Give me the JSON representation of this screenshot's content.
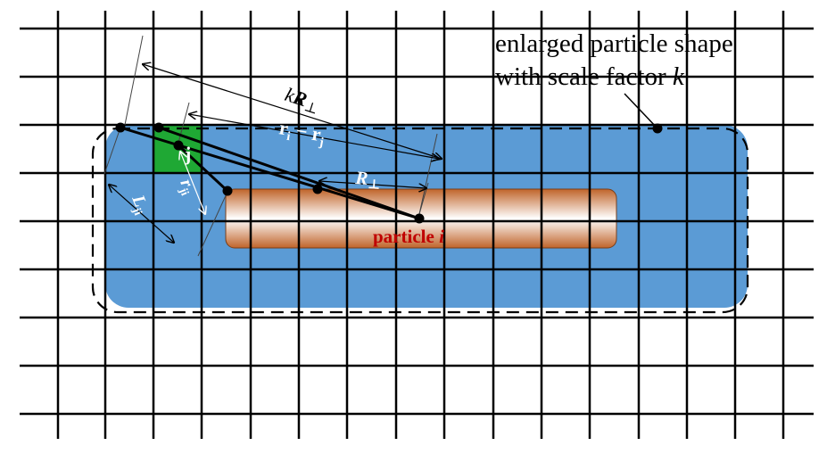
{
  "labels": {
    "k_prefix": "k",
    "R_perp": "R",
    "perp": "⊥",
    "ri_minus_rj_r1": "r",
    "ri_minus_rj_sub_i": "i",
    "ri_minus_rj_mid": " − r",
    "ri_minus_rj_sub_j": "j",
    "j_label": "j",
    "r_ji": "r",
    "r_ji_sub": "ji",
    "L_ji": "L",
    "L_ji_sub": "ji",
    "particle_label": "particle ",
    "particle_i": "i",
    "enlarged_line1": "enlarged particle shape",
    "enlarged_line2": "with scale factor ",
    "enlarged_k": "k"
  },
  "colors": {
    "grid": "#000000",
    "enlarged_fill": "#5b9bd5",
    "cell_j": "#1fa834",
    "particle_edge": "#c0642a",
    "particle_label": "#c00000",
    "white_text": "#ffffff"
  }
}
